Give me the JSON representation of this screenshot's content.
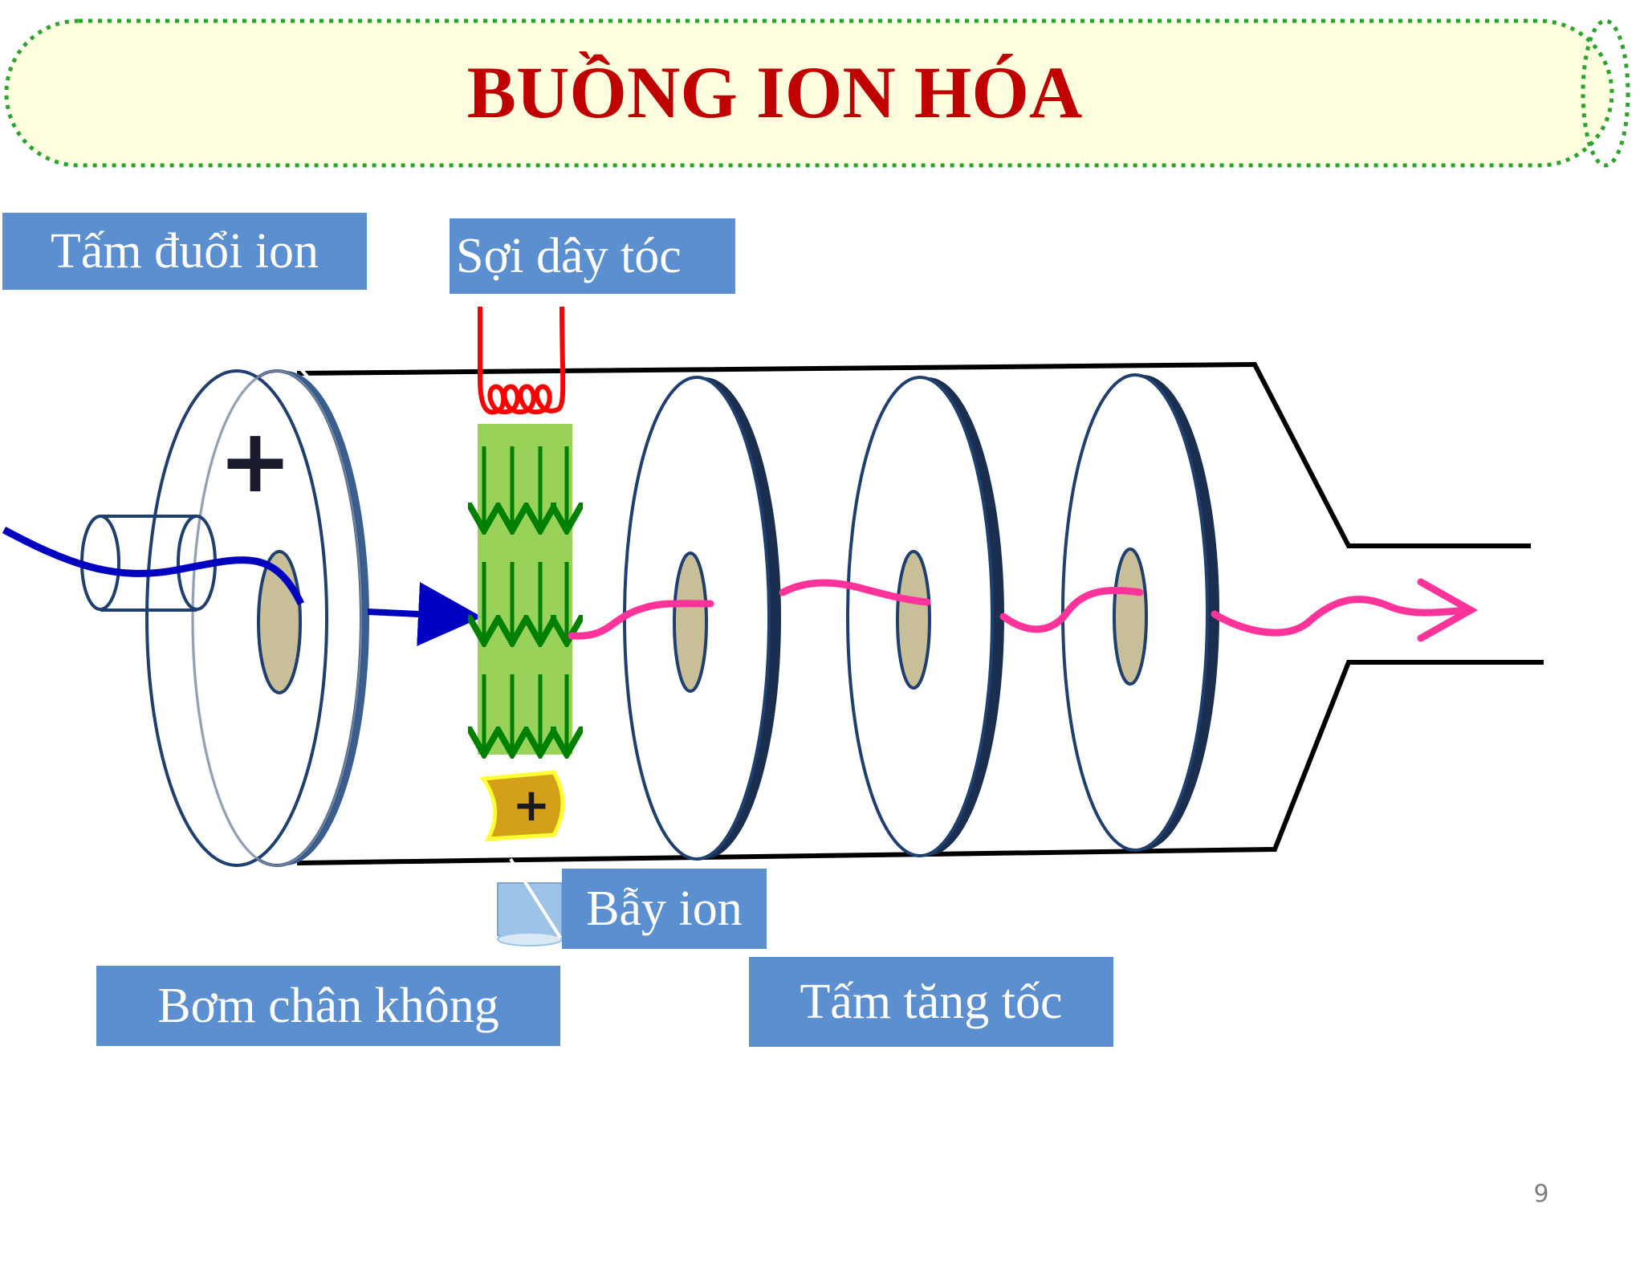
{
  "title": "BUỒNG ION HÓA",
  "labels": {
    "repeller": "Tấm đuổi ion",
    "filament": "Sợi dây tóc",
    "ion_trap": "Bẫy ion",
    "vacuum_pump": "Bơm chân không",
    "accelerator": "Tấm tăng tốc"
  },
  "symbols": {
    "plus": "+"
  },
  "page_number": "9",
  "colors": {
    "title": "#c00000",
    "label_bg": "#5b8fd0",
    "banner_fill": "#ffffe0",
    "banner_border": "#2aa52a",
    "electron_path": "#0000c0",
    "ion_path": "#ff3399",
    "filament": "#ff0000",
    "electron_beam": "#92d050",
    "beam_arrows": "#008000",
    "trap": "#d4a017",
    "disc_edge": "#1f3f6f",
    "aperture": "#c8bf98"
  }
}
